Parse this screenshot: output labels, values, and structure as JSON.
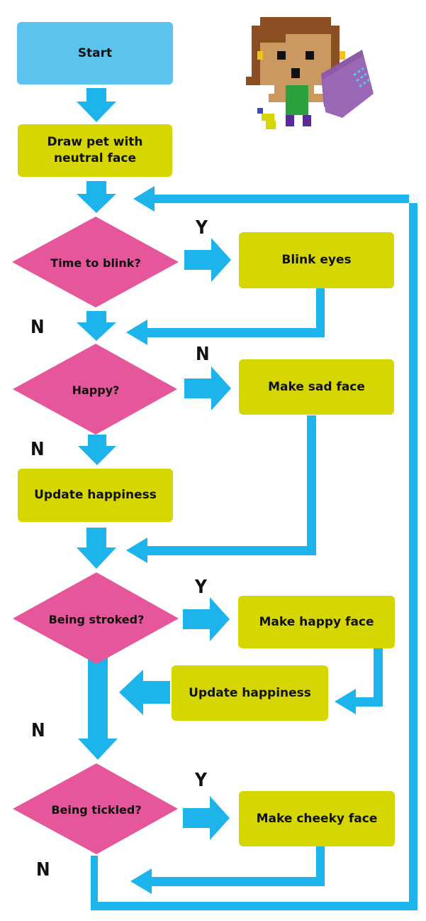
{
  "nodes": {
    "start": "Start",
    "draw_pet": "Draw pet with neutral face",
    "time_to_blink": "Time to blink?",
    "blink_eyes": "Blink eyes",
    "happy": "Happy?",
    "make_sad_face": "Make sad face",
    "update_happiness_1": "Update happiness",
    "being_stroked": "Being stroked?",
    "make_happy_face": "Make happy face",
    "update_happiness_2": "Update happiness",
    "being_tickled": "Being tickled?",
    "make_cheeky_face": "Make cheeky face"
  },
  "labels": {
    "blink_yes": "Y",
    "blink_no": "N",
    "happy_no_right": "N",
    "happy_no_down": "N",
    "stroked_yes": "Y",
    "stroked_no": "N",
    "tickled_yes": "Y",
    "tickled_no": "N"
  },
  "colors": {
    "process_box": "#d6d600",
    "start_box": "#5ac3ee",
    "decision": "#e5569a",
    "arrow": "#1cb4ea"
  },
  "illustration": "pixel-art-girl-with-pillow-icon"
}
